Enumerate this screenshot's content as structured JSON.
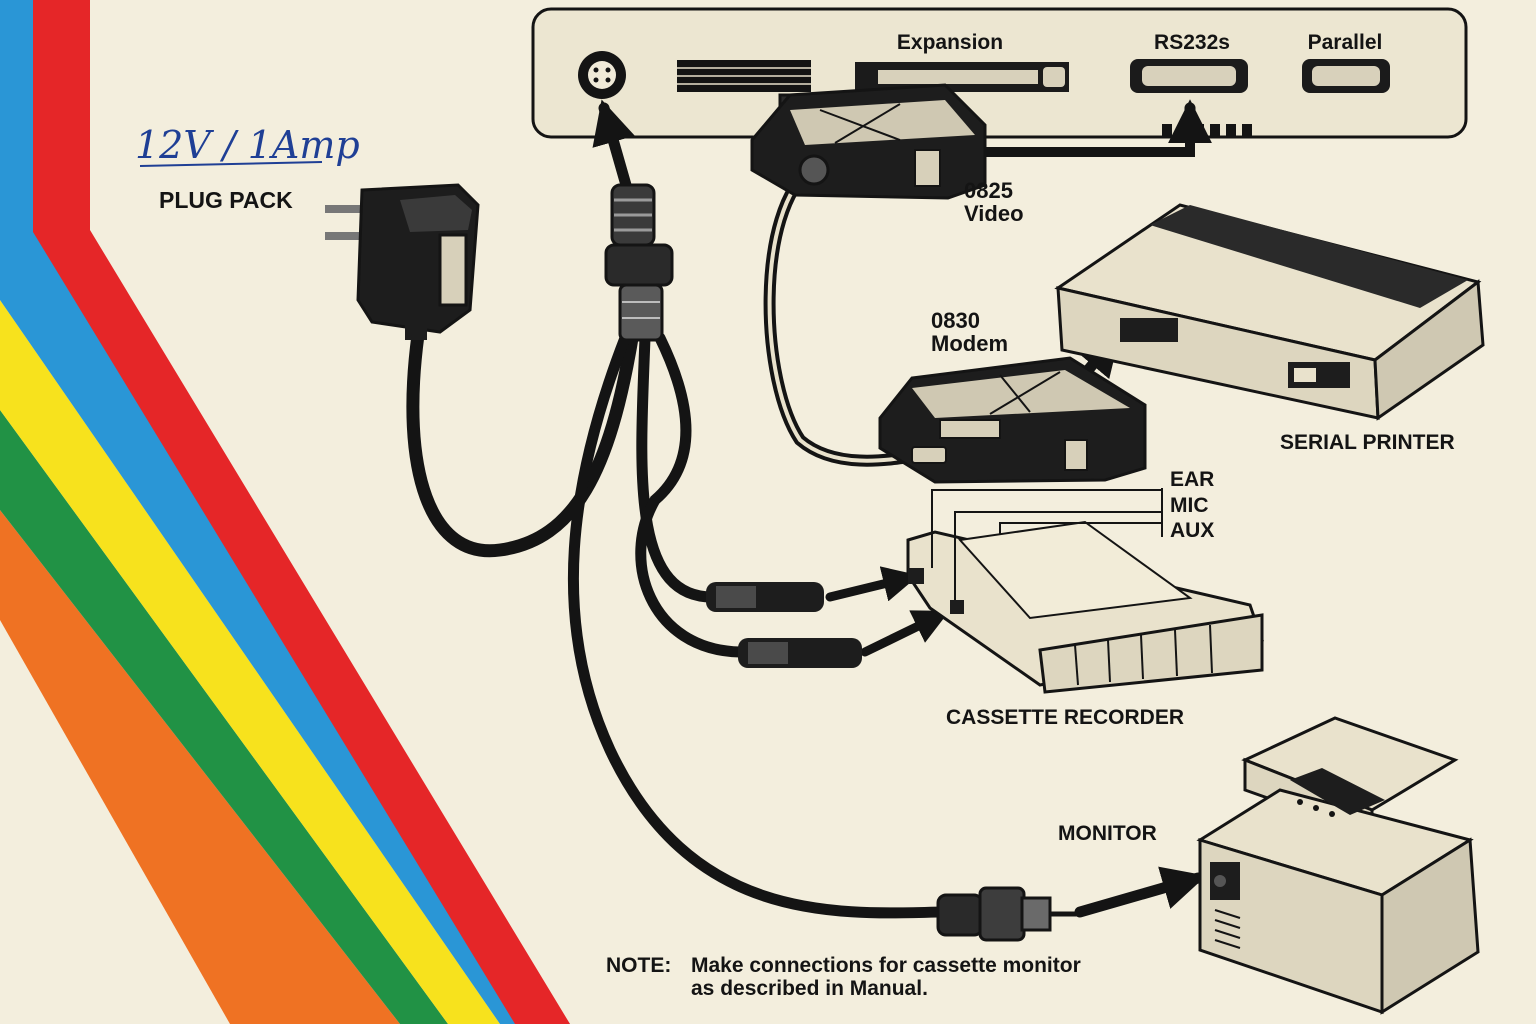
{
  "colors": {
    "paper": "#f3eedd",
    "stripe_red": "#e52628",
    "stripe_blue": "#2a96d6",
    "stripe_yellow": "#f7e21d",
    "stripe_green": "#219245",
    "stripe_orange": "#ef7223",
    "ink": "#141414",
    "handwriting": "#1f3f95",
    "device_beige": "#e9e2cc"
  },
  "computer": {
    "port_labels": {
      "expansion": "Expansion",
      "rs232": "RS232s",
      "parallel": "Parallel"
    }
  },
  "power": {
    "rating": "12V / 1Amp",
    "label": "PLUG PACK"
  },
  "devices": {
    "video": {
      "line1": "0825",
      "line2": "Video"
    },
    "modem": {
      "line1": "0830",
      "line2": "Modem"
    },
    "printer": "SERIAL PRINTER",
    "cassette": "CASSETTE RECORDER",
    "monitor": "MONITOR"
  },
  "jacks": [
    "EAR",
    "MIC",
    "AUX"
  ],
  "note": {
    "prefix": "NOTE:",
    "line1": "Make connections for cassette monitor",
    "line2": "as described in Manual."
  }
}
